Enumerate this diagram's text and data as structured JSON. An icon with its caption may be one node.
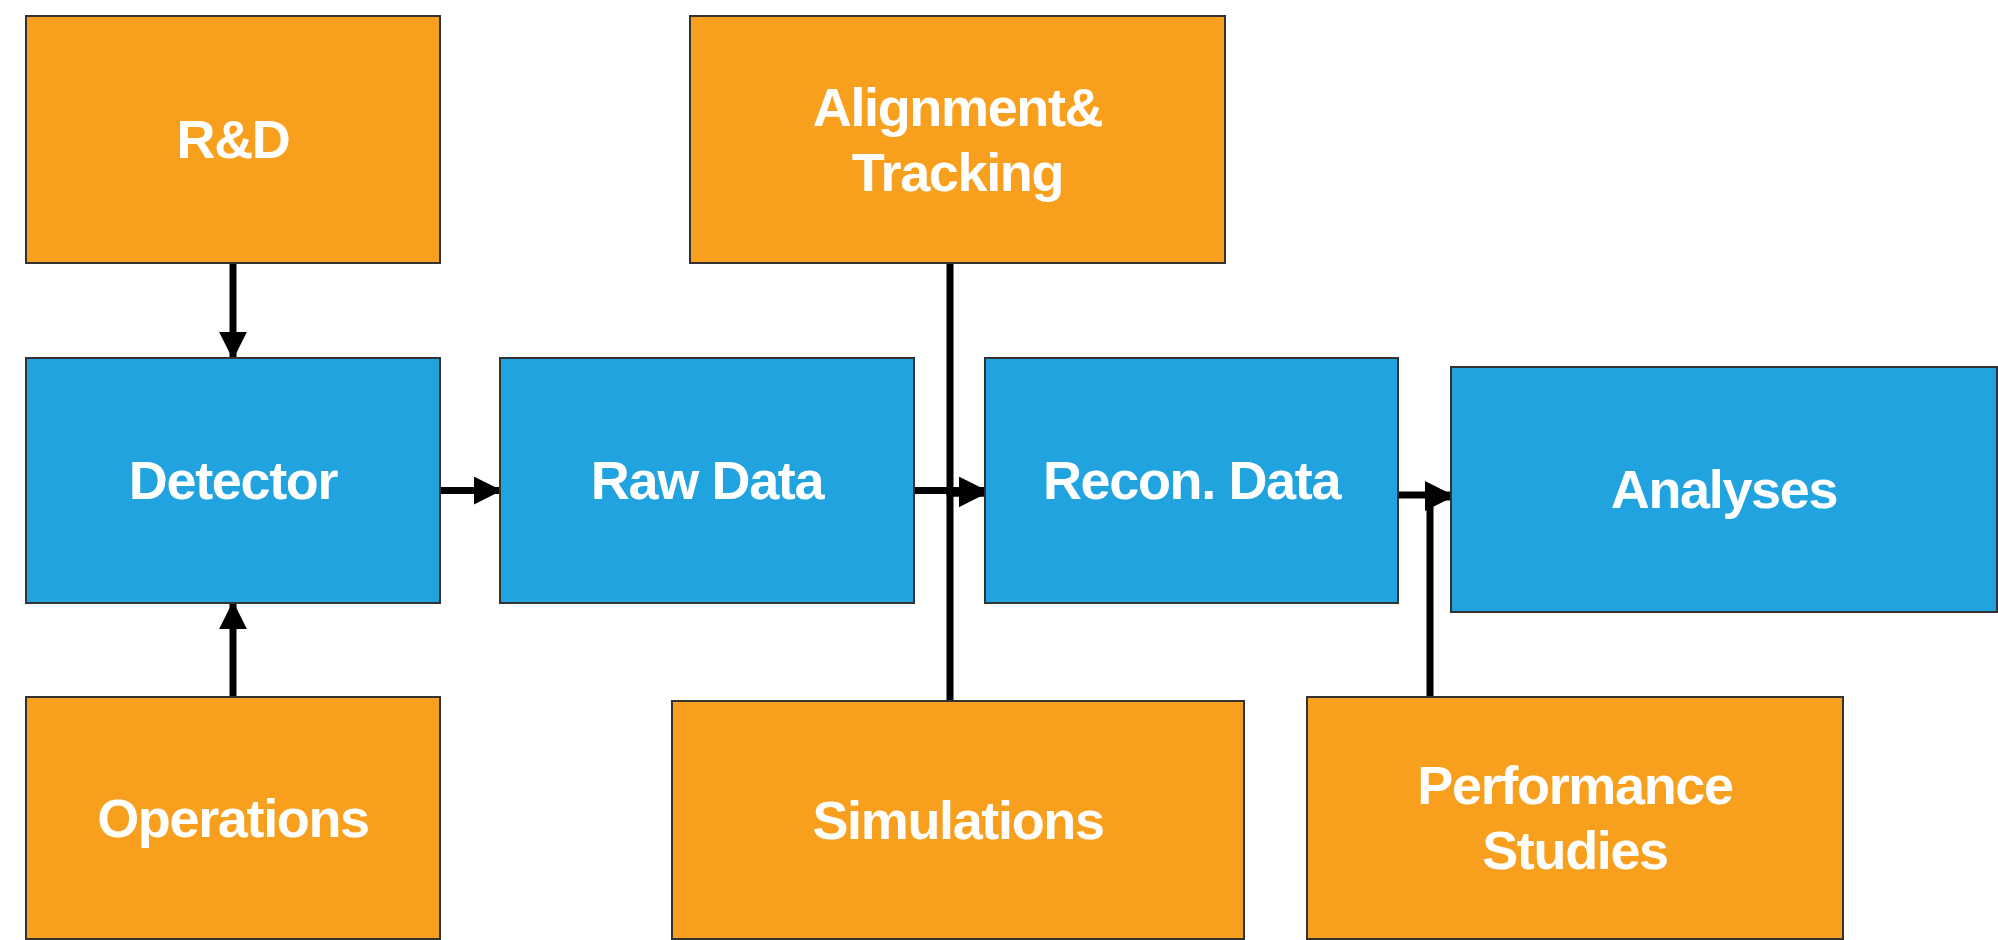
{
  "diagram": {
    "nodes": [
      {
        "text": [
          "R&D"
        ]
      },
      {
        "text": [
          "Detector"
        ]
      },
      {
        "text": [
          "Operations"
        ]
      },
      {
        "text": [
          "Raw Data"
        ]
      },
      {
        "text": [
          "Alignment& Tracking"
        ]
      },
      {
        "text": [
          "Recon. Data"
        ]
      },
      {
        "text": [
          "Simulations"
        ]
      },
      {
        "text": [
          "Analyses"
        ]
      },
      {
        "text": [
          "Performance Studies"
        ]
      }
    ],
    "edges": [
      {
        "from": 0,
        "to": 1,
        "arrow": "to"
      },
      {
        "from": 2,
        "to": 1,
        "arrow": "to"
      },
      {
        "from": 1,
        "to": 3,
        "arrow": "to"
      },
      {
        "from": 3,
        "to": 5,
        "arrow": "to"
      },
      {
        "from": 4,
        "to": 5,
        "arrow": "to"
      },
      {
        "from": 6,
        "to": 5,
        "arrow": "to"
      },
      {
        "from": 5,
        "to": 7,
        "arrow": "to"
      },
      {
        "from": 8,
        "to": 7,
        "arrow": "to"
      }
    ]
  }
}
